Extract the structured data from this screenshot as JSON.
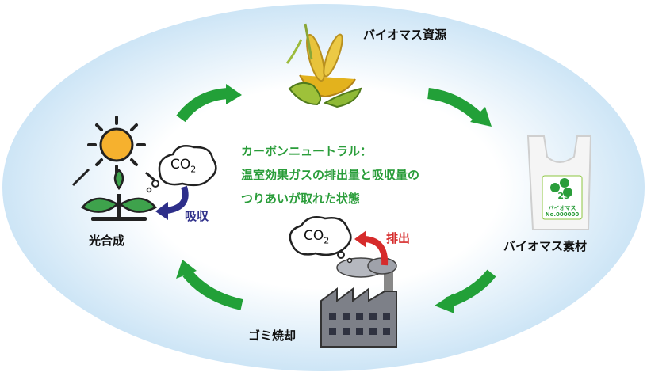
{
  "title_center": {
    "line1": "カーボンニュートラル：",
    "line2": "温室効果ガスの排出量と吸収量の",
    "line3": "つりあいが取れた状態"
  },
  "nodes": {
    "biomass_resource": "バイオマス資源",
    "biomass_material": "バイオマス素材",
    "incineration": "ゴミ焼却",
    "photosynthesis": "光合成"
  },
  "arrows": {
    "absorb": "吸収",
    "emit": "排出"
  },
  "co2": {
    "left": "CO",
    "right": "CO",
    "sub": "2"
  },
  "bag_mark": {
    "number": "25",
    "name": "バイオマス",
    "code": "No.000000"
  },
  "colors": {
    "cycle_arrow": "#22a038",
    "center_text": "#2a9d3a",
    "absorb_arrow": "#2e2f8a",
    "emit_arrow": "#d62b2b",
    "background_ellipse": "#d6ebf8"
  }
}
